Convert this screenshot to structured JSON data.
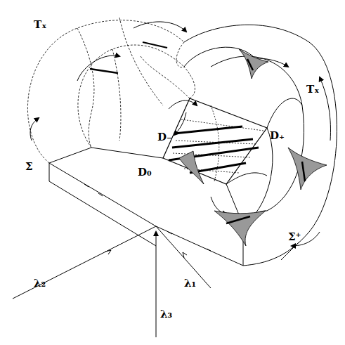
{
  "diagram": {
    "labels": [
      "Tₓ",
      "Tₓ",
      "Σ",
      "D₋",
      "D₀",
      "D₊",
      "Σ⁺",
      "λ₂",
      "λ₁",
      "λ₃"
    ]
  }
}
